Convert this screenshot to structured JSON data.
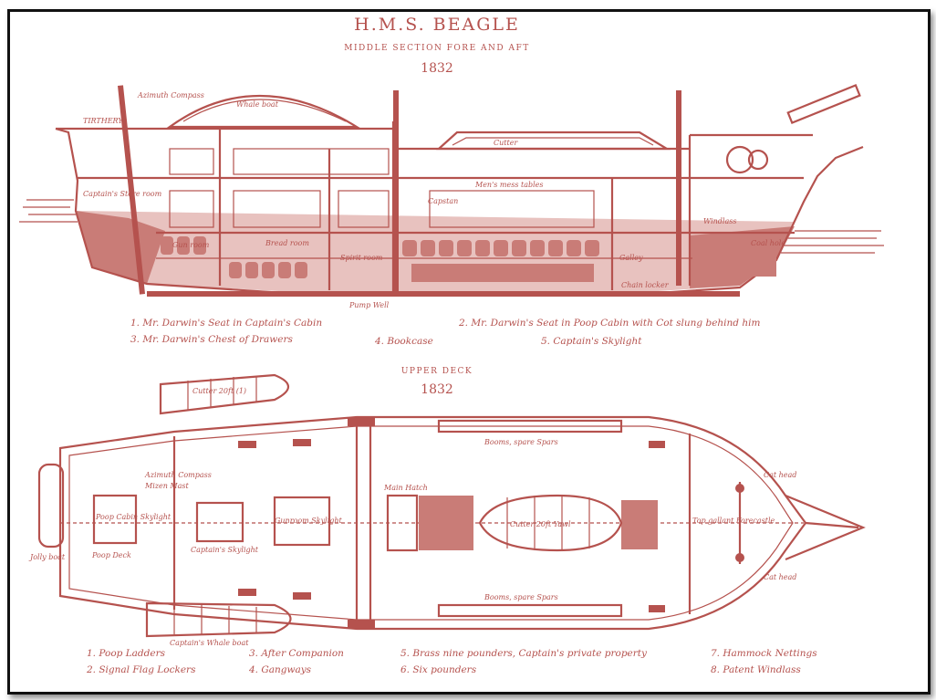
{
  "title": "H.M.S. BEAGLE",
  "subtitle": "MIDDLE SECTION FORE AND AFT",
  "year_top": "1832",
  "upper_title": "UPPER DECK",
  "year_bottom": "1832",
  "section_labels": {
    "azimuth_compass": "Azimuth Compass",
    "whale_boat": "Whale boat",
    "tiller": "TIRTHERY",
    "captains_store": "Captain's Store room",
    "gunroom": "Gun room",
    "bread_room": "Bread room",
    "spirit_room": "Spirit room",
    "pump_well": "Pump Well",
    "mens_mess": "Men's mess tables",
    "cutter": "Cutter",
    "coal_hole": "Coal hole",
    "galley": "Galley",
    "chain_locker": "Chain locker",
    "windlass": "Windlass",
    "capstan": "Capstan"
  },
  "section_legend": [
    "1. Mr. Darwin's Seat in Captain's Cabin",
    "2. Mr. Darwin's Seat in Poop Cabin with Cot slung behind him",
    "3. Mr. Darwin's Chest of Drawers",
    "4. Bookcase",
    "5. Captain's Skylight"
  ],
  "deck_labels": {
    "cutter_top": "Cutter 20ft (1)",
    "poop_cabin_skylight": "Poop Cabin Skylight",
    "poop_deck": "Poop Deck",
    "mizen_mast": "Mizen Mast",
    "azimuth_compass": "Azimuth Compass",
    "captains_skylight": "Captain's Skylight",
    "gunroom_skylight": "Gunroom Skylight",
    "main_hatch": "Main Hatch",
    "cutter_boat": "Cutter 20ft Yawl",
    "booms_upper": "Booms, spare Spars",
    "booms_lower": "Booms, spare Spars",
    "topgallant_forecastle": "Top gallant Forecastle",
    "cat_head_top": "Cat head",
    "cat_head_bottom": "Cat head",
    "captains_whale_boat": "Captain's Whale boat",
    "bow_boat": "Jolly boat"
  },
  "deck_legend": [
    "1. Poop Ladders",
    "2. Signal Flag Lockers",
    "3. After Companion",
    "4. Gangways",
    "5. Brass nine pounders, Captain's private property",
    "6. Six pounders",
    "7. Hammock Nettings",
    "8. Patent Windlass"
  ],
  "colors": {
    "ink": "#b5524e",
    "paint": "#c97c77"
  }
}
